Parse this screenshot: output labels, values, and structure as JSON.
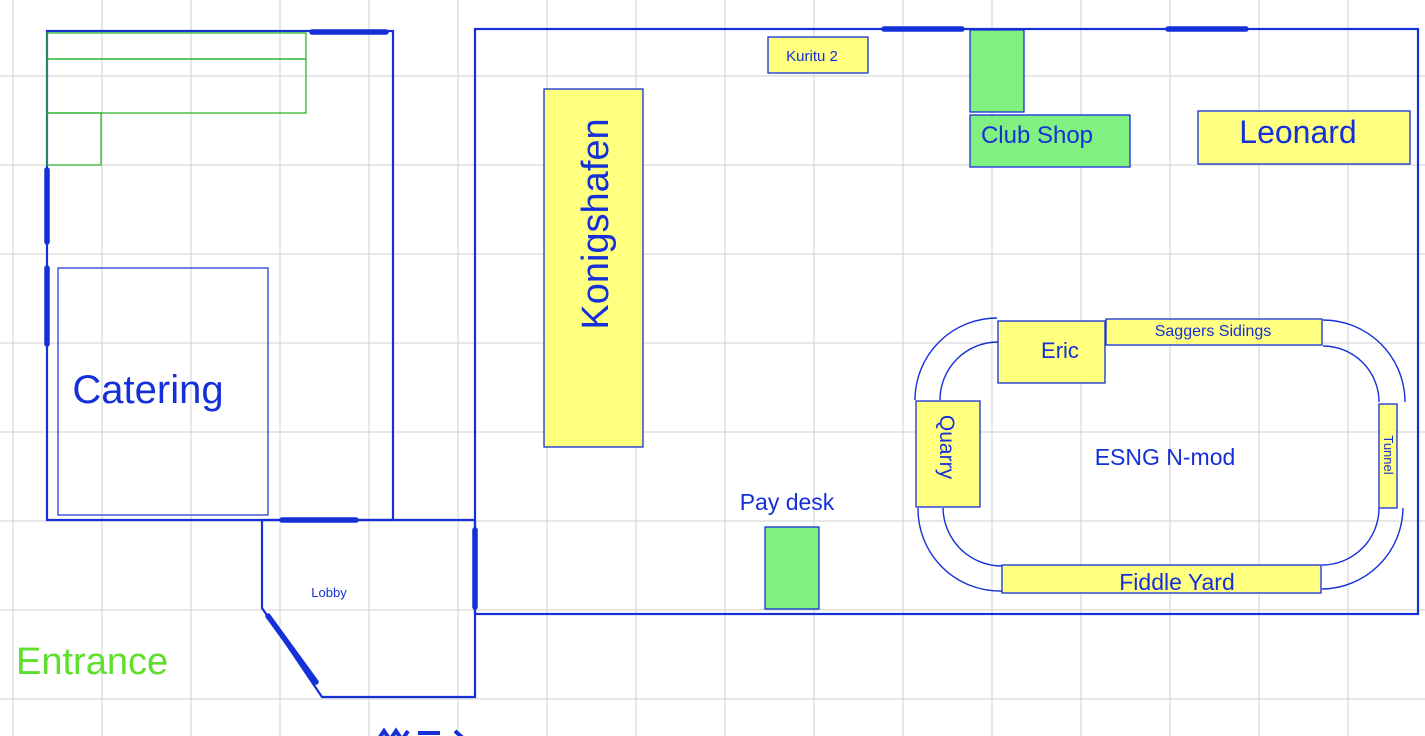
{
  "colors": {
    "grid": "#cfcfcf",
    "wall": "#1530d9",
    "door": "#1530d9",
    "stand_yellow": "#ffff80",
    "stand_green": "#80f080",
    "fixture_green": "#2fb52f",
    "label_blue": "#1530d9",
    "entrance_green": "#5ddf2c"
  },
  "labels": {
    "catering": "Catering",
    "lobby": "Lobby",
    "entrance": "Entrance",
    "konigshafen": "Konigshafen",
    "kuritu": "Kuritu 2",
    "club_shop": "Club Shop",
    "leonard": "Leonard",
    "eric": "Eric",
    "saggers": "Saggers Sidings",
    "quarry": "Quarry",
    "tunnel": "Tunnel",
    "esng": "ESNG N-mod",
    "fiddle_yard": "Fiddle Yard",
    "pay_desk": "Pay desk"
  }
}
